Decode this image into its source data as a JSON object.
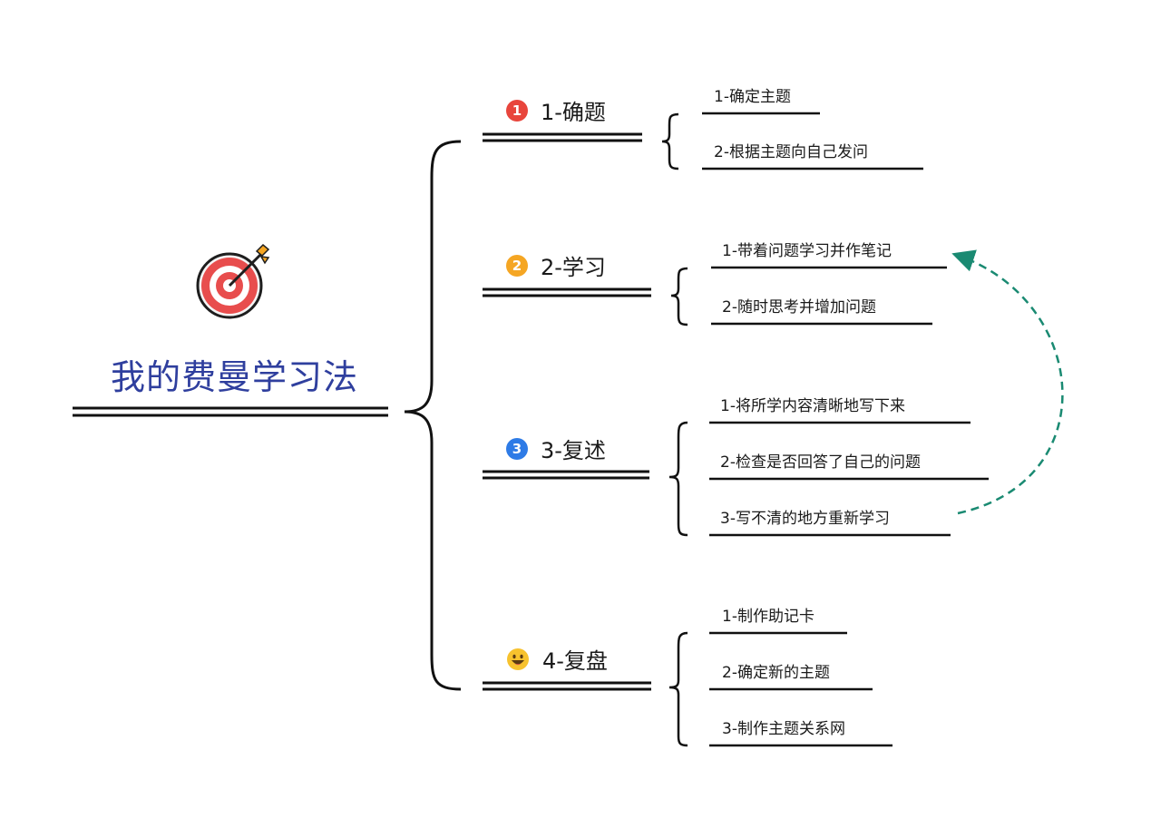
{
  "root": {
    "title": "我的费曼学习法",
    "icon": "target-icon"
  },
  "branches": [
    {
      "label": "1-确题",
      "badge": {
        "glyph": "1",
        "color": "#e8453c",
        "icon": "number-1-badge-icon"
      },
      "leaves": [
        "1-确定主题",
        "2-根据主题向自己发问"
      ]
    },
    {
      "label": "2-学习",
      "badge": {
        "glyph": "2",
        "color": "#f5a623",
        "icon": "number-2-badge-icon"
      },
      "leaves": [
        "1-带着问题学习并作笔记",
        "2-随时思考并增加问题"
      ]
    },
    {
      "label": "3-复述",
      "badge": {
        "glyph": "3",
        "color": "#2e7be6",
        "icon": "number-3-badge-icon"
      },
      "leaves": [
        "1-将所学内容清晰地写下来",
        "2-检查是否回答了自己的问题",
        "3-写不清的地方重新学习"
      ]
    },
    {
      "label": "4-复盘",
      "badge": {
        "glyph": "",
        "color": "#f7c22e",
        "icon": "grinning-face-icon"
      },
      "leaves": [
        "1-制作助记卡",
        "2-确定新的主题",
        "3-制作主题关系网"
      ]
    }
  ],
  "relation": {
    "from": "3-写不清的地方重新学习",
    "to": "1-带着问题学习并作笔记",
    "color": "#1a8a72",
    "style": "dashed"
  },
  "colors": {
    "line": "#111111",
    "root_text": "#2f3f9e"
  }
}
